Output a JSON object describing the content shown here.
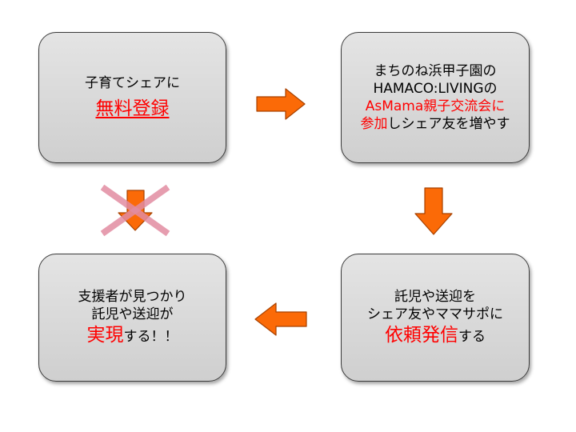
{
  "boxes": {
    "register": {
      "line1": "子育てシェアに",
      "emphasis": "無料登録"
    },
    "attend": {
      "line1": "まちのね浜甲子園の",
      "line2": "HAMACO:LIVINGの",
      "line3_red": "AsMama親子交流会に",
      "line4_red": "参加",
      "line4_rest": "しシェア友を増やす"
    },
    "request": {
      "line1": "託児や送迎を",
      "line2": "シェア友やママサポに",
      "emphasis": "依頼発信",
      "suffix": "する"
    },
    "realize": {
      "line1": "支援者が見つかり",
      "line2": "託児や送迎が",
      "emphasis": "実現",
      "suffix": "する！！"
    }
  },
  "colors": {
    "arrow": "#fb6a07",
    "arrow_stroke": "#a74100",
    "emphasis": "#ff0000",
    "cross": "#e28ca2"
  }
}
